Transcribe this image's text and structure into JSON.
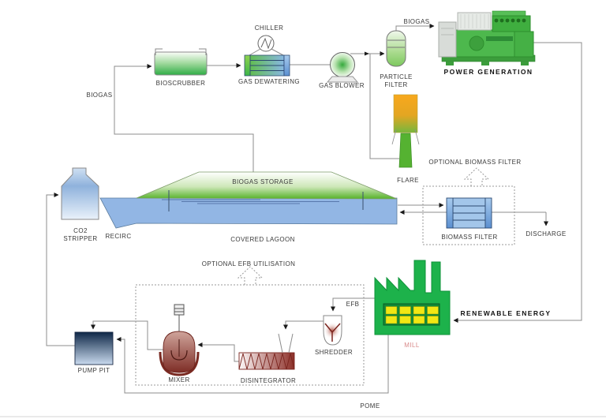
{
  "diagram_type": "process-flow",
  "labels": {
    "biogas_feed": "BIOGAS",
    "bioscrubber": "BIOSCRUBBER",
    "chiller": "CHILLER",
    "gas_dewatering": "GAS DEWATERING",
    "gas_blower": "GAS BLOWER",
    "particle_filter_line1": "PARTICLE",
    "particle_filter_line2": "FILTER",
    "biogas_to_engine": "BIOGAS",
    "power_generation": "POWER GENERATION",
    "flare": "FLARE",
    "optional_biomass_filter": "OPTIONAL BIOMASS FILTER",
    "biomass_filter": "BIOMASS FILTER",
    "discharge": "DISCHARGE",
    "biogas_storage": "BIOGAS STORAGE",
    "covered_lagoon": "COVERED LAGOON",
    "co2_stripper_line1": "CO2",
    "co2_stripper_line2": "STRIPPER",
    "recirc": "RECIRC",
    "optional_efb_utilisation": "OPTIONAL EFB UTILISATION",
    "pump_pit": "PUMP PIT",
    "mixer": "MIXER",
    "disintegrator": "DISINTEGRATOR",
    "shredder": "SHREDDER",
    "efb": "EFB",
    "mill": "MILL",
    "renewable_energy": "RENEWABLE ENERGY",
    "pome": "POME"
  },
  "colors": {
    "line": "#8c8c8c",
    "mill_green": "#1db24b",
    "window_yellow": "#f2e713",
    "flare_orange": "#f7a81b",
    "flare_green": "#6cb33f",
    "lagoon_blue": "#92b6e4",
    "dome_green": "#56b22a",
    "stripper_blue": "#8fb2dc",
    "pump_pit_navy": "#14305c",
    "vessel_red": "#8a342c",
    "mill_label_pink": "#d98b8b"
  }
}
